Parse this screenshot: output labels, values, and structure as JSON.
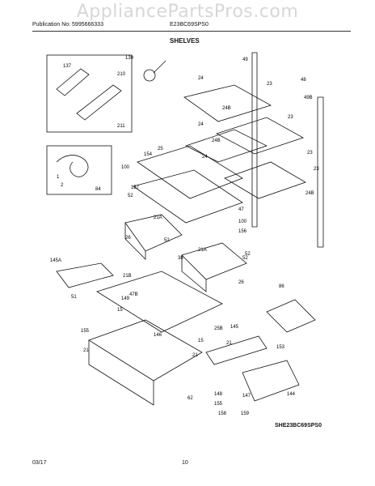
{
  "watermark": "AppliancePartsPros.com",
  "header": {
    "publication": "Publication No: 5995666333",
    "model": "E23BC69SPS0",
    "section_title": "SHELVES"
  },
  "diagram": {
    "callouts": [
      "137",
      "139",
      "210",
      "211",
      "100",
      "154",
      "25",
      "157",
      "52",
      "47",
      "21A",
      "100",
      "156",
      "52",
      "26",
      "52",
      "21A",
      "38",
      "52",
      "26",
      "145A",
      "21B",
      "51",
      "149",
      "47B",
      "15",
      "155",
      "146",
      "15",
      "21",
      "25B",
      "145",
      "21",
      "21",
      "153",
      "147",
      "148",
      "155",
      "158",
      "159",
      "144",
      "62",
      "86",
      "49",
      "48",
      "49B",
      "24",
      "24B",
      "23",
      "24",
      "24B",
      "23",
      "24",
      "23",
      "23",
      "24B",
      "84",
      "1",
      "2"
    ]
  },
  "footer": {
    "drawing_code": "SHE23BC69SPS0",
    "date": "03/17",
    "page": "10"
  }
}
